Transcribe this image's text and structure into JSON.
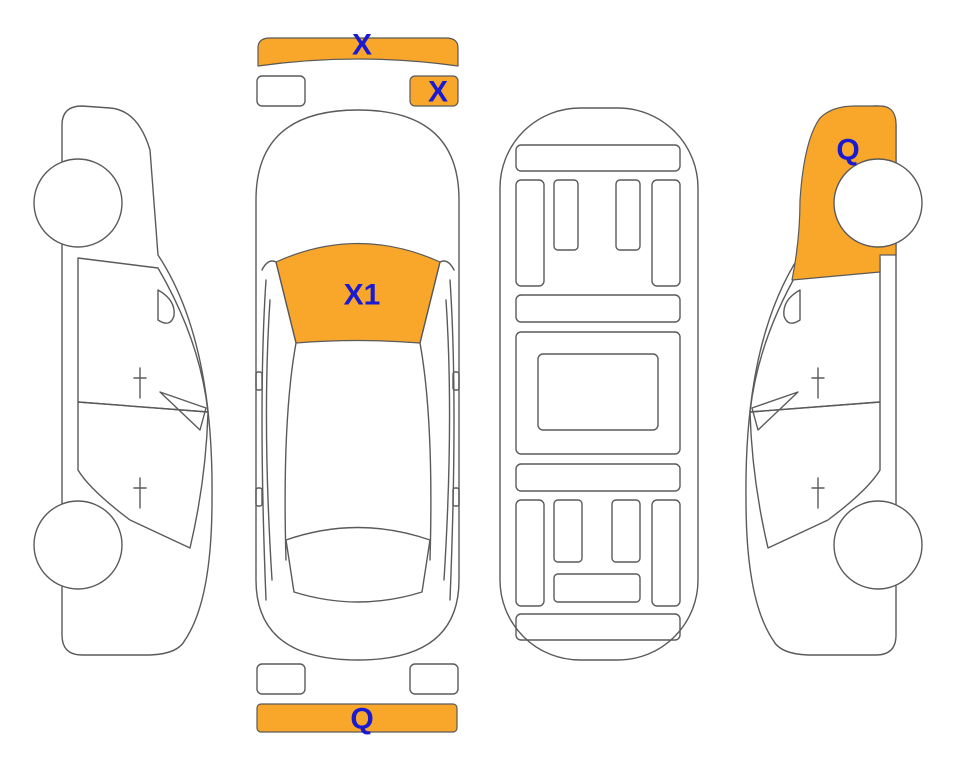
{
  "colors": {
    "damage_fill": "#f9a72b",
    "label_color": "#1a1ad1",
    "outline": "#5a5a5a",
    "background": "#ffffff"
  },
  "marks": {
    "front_bumper": "X",
    "front_right_light": "X",
    "windshield": "X1",
    "rear_bumper": "Q",
    "right_front_fender": "Q"
  },
  "damaged_parts": {
    "front_bumper": true,
    "front_left_light": false,
    "front_right_light": true,
    "windshield": true,
    "rear_left_light": false,
    "rear_right_light": false,
    "rear_bumper": true,
    "right_front_fender": true
  }
}
